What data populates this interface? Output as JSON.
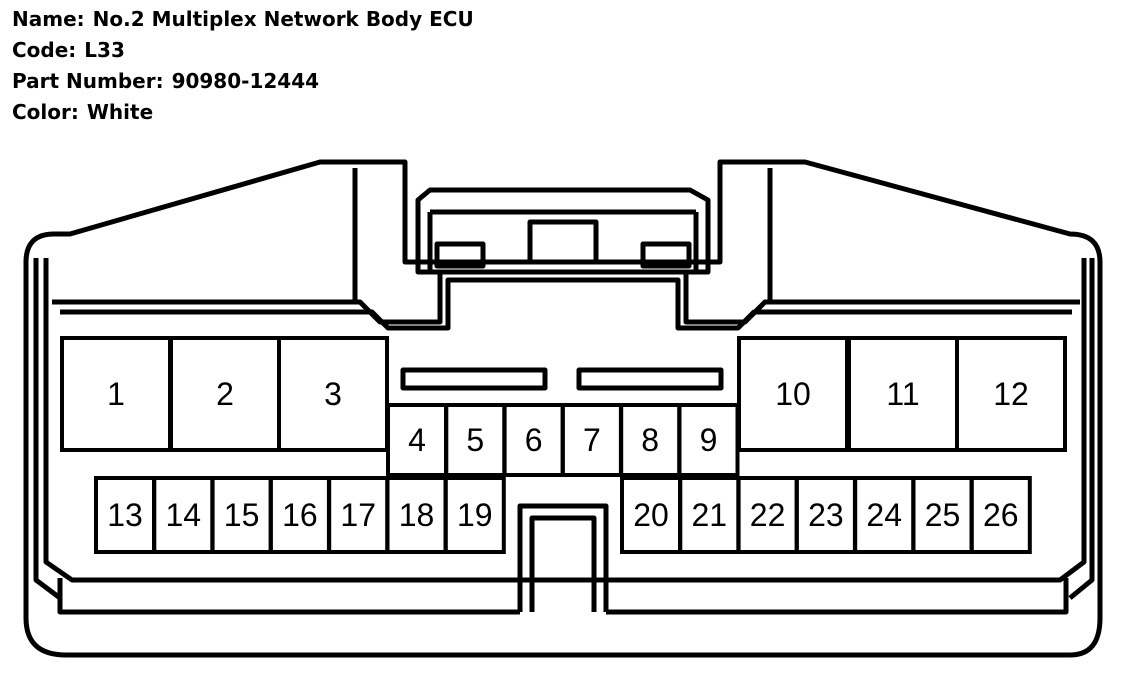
{
  "connector": {
    "name_label": "Name:",
    "name_value": "No.2 Multiplex Network Body ECU",
    "code_label": "Code:",
    "code_value": "L33",
    "part_label": "Part Number:",
    "part_value": "90980-12444",
    "color_label": "Color:",
    "color_value": "White"
  },
  "colors": {
    "line": "#000000",
    "background": "#ffffff"
  },
  "pins": {
    "top_row": [
      "1",
      "2",
      "3",
      "10",
      "11",
      "12"
    ],
    "middle_row": [
      "4",
      "5",
      "6",
      "7",
      "8",
      "9"
    ],
    "bottom_row": [
      "13",
      "14",
      "15",
      "16",
      "17",
      "18",
      "19",
      "20",
      "21",
      "22",
      "23",
      "24",
      "25",
      "26"
    ]
  }
}
